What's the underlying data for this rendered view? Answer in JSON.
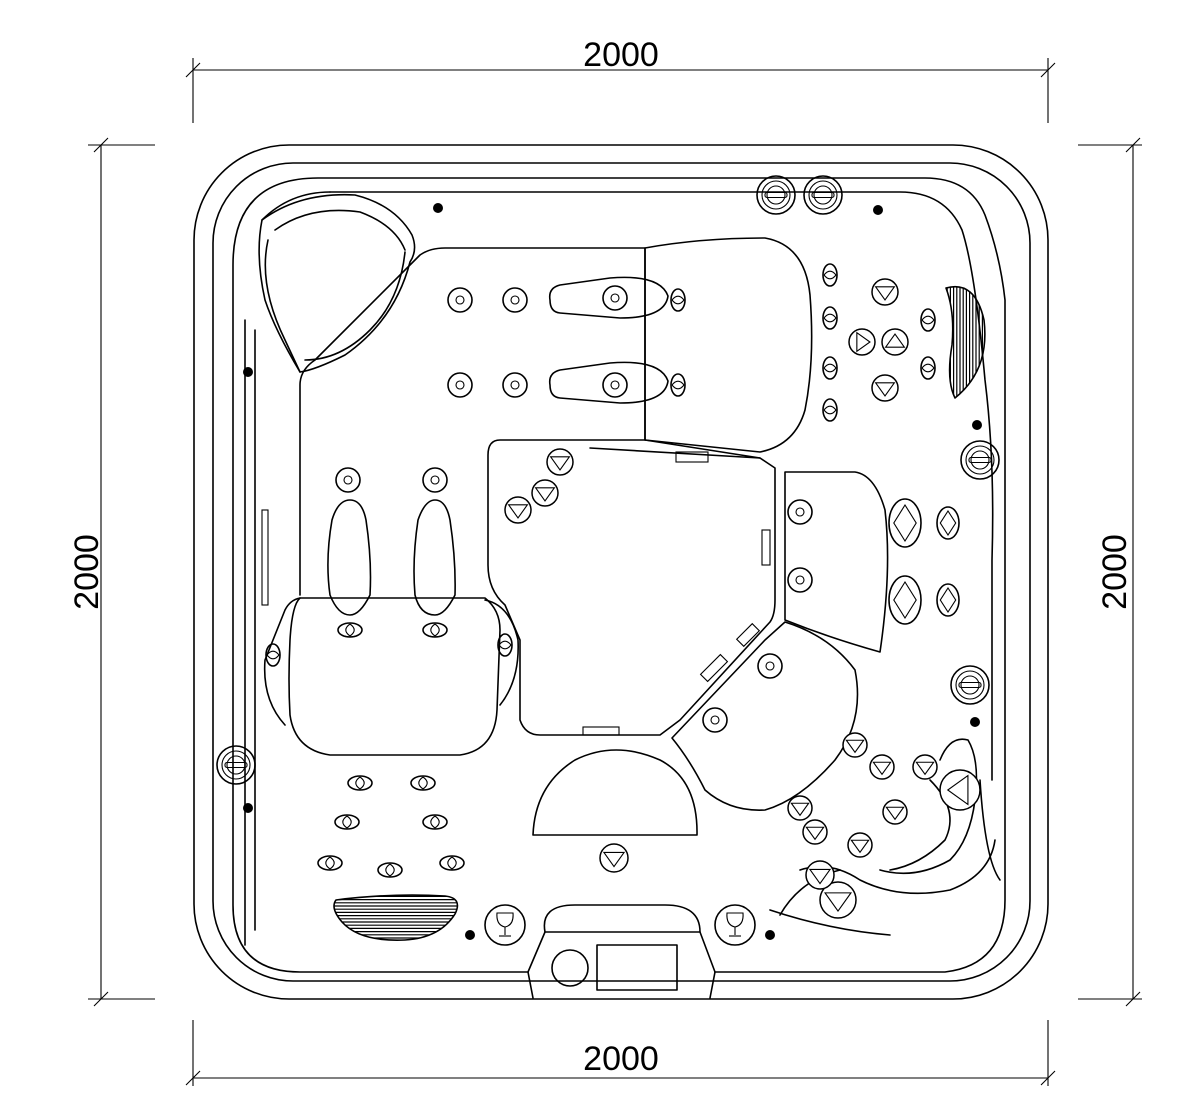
{
  "dimensions": {
    "top": "2000",
    "bottom": "2000",
    "left": "2000",
    "right": "2000"
  }
}
